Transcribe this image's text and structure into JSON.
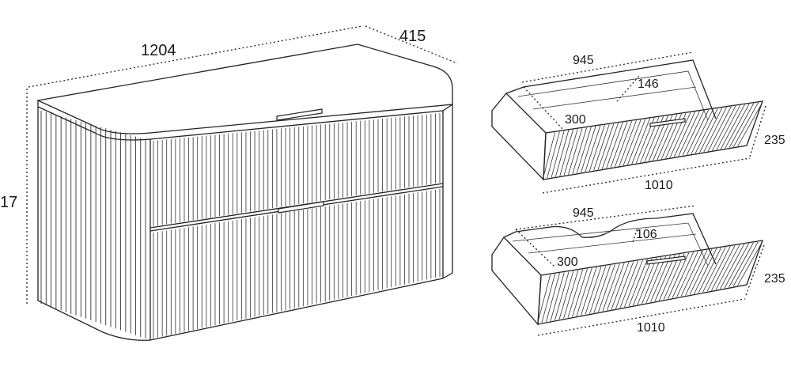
{
  "cabinet": {
    "width": "1204",
    "depth": "415",
    "height": "17"
  },
  "drawer_top": {
    "inner_width": "945",
    "inner_depth": "146",
    "side_depth": "300",
    "front_height": "235",
    "front_width": "1010"
  },
  "drawer_bottom": {
    "inner_width": "945",
    "inner_depth": "106",
    "side_depth": "300",
    "front_height": "235",
    "front_width": "1010"
  },
  "colors": {
    "line": "#222222",
    "background": "#ffffff"
  }
}
